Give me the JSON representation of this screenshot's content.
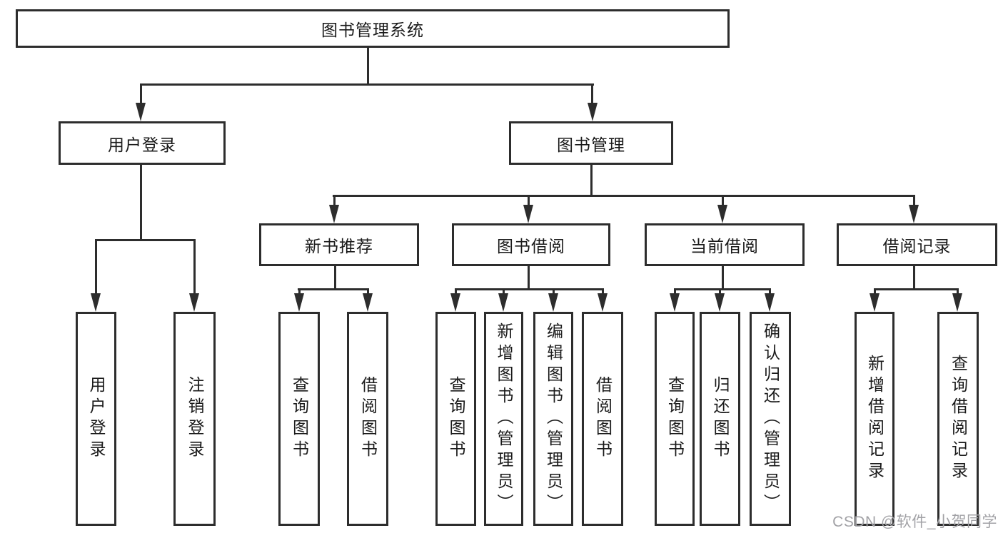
{
  "diagram": {
    "title": "图书管理系统",
    "level2": [
      "用户登录",
      "图书管理"
    ],
    "level3": [
      "新书推荐",
      "图书借阅",
      "当前借阅",
      "借阅记录"
    ],
    "login_children": [
      "用户登录",
      "注销登录"
    ],
    "new_books_children": [
      "查询图书",
      "借阅图书"
    ],
    "borrow_children": [
      "查询图书",
      "新增图书（管理员）",
      "编辑图书（管理员）",
      "借阅图书"
    ],
    "current_children": [
      "查询图书",
      "归还图书",
      "确认归还（管理员）"
    ],
    "records_children": [
      "新增借阅记录",
      "查询借阅记录"
    ]
  },
  "watermark": "CSDN @软件_小贺同学",
  "colors": {
    "line": "#2d2d2d",
    "text": "#1a1a1a",
    "watermark": "#a2a2a6",
    "background": "#ffffff"
  }
}
